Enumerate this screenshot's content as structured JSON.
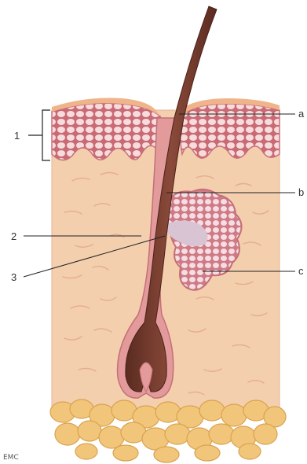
{
  "diagram": {
    "labels": {
      "layer_1": "1",
      "layer_2": "2",
      "layer_3": "3",
      "part_a": "a",
      "part_b": "b",
      "part_c": "c"
    },
    "credit": "EMC"
  },
  "colors": {
    "dermis": "#f3cfae",
    "dermis_stroke": "#e0a98a",
    "epidermis": "#e8a0a0",
    "epidermis_cells": "#f6dcdc",
    "stratum_corneum": "#f0b48a",
    "hair": "#6b3528",
    "hair_highlight": "#8a4a3a",
    "follicle_sheath": "#e39a9a",
    "gland": "#e9a6ad",
    "gland_inner": "#d9c4d4",
    "fat": "#f2c67a",
    "fat_stroke": "#d9a24f",
    "leader": "#222222"
  }
}
